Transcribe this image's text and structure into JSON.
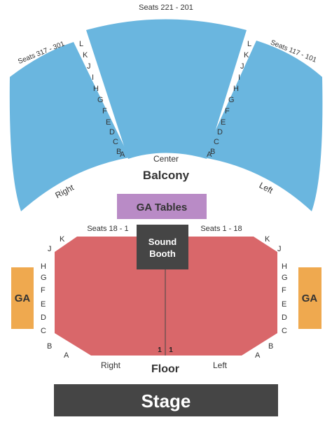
{
  "balcony": {
    "center_seats": "Seats 221 - 201",
    "left_seats": "Seats 317 - 301",
    "right_seats": "Seats 117 - 101",
    "center_label": "Center",
    "balcony_label": "Balcony",
    "right_label": "Right",
    "left_label": "Left",
    "aisle_rows": [
      "L",
      "K",
      "J",
      "I",
      "H",
      "G",
      "F",
      "E",
      "D",
      "C",
      "B",
      "A"
    ]
  },
  "ga_tables": "GA Tables",
  "floor": {
    "left_seats": "Seats 18 - 1",
    "right_seats": "Seats 1 - 18",
    "sound_booth_line1": "Sound",
    "sound_booth_line2": "Booth",
    "rows_top": [
      "K",
      "J"
    ],
    "rows_side": [
      "H",
      "G",
      "F",
      "E",
      "D",
      "C"
    ],
    "rows_bottom": [
      "B",
      "A"
    ],
    "seat_one": "1",
    "right_label": "Right",
    "left_label": "Left",
    "floor_label": "Floor"
  },
  "ga": "GA",
  "stage": "Stage",
  "colors": {
    "balcony": "#6ab6df",
    "ga_tables": "#b98bc6",
    "floor": "#d9676a",
    "ga": "#efa94f",
    "booth": "#454545",
    "stage": "#454545"
  }
}
